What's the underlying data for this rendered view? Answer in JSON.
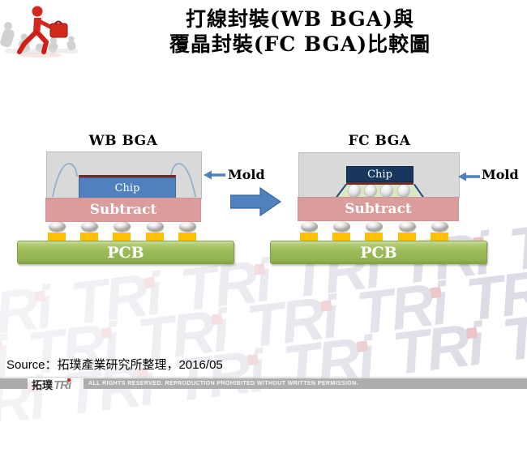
{
  "title": {
    "line1": "打線封裝(WB BGA)與",
    "line2": "覆晶封裝(FC BGA)比較圖"
  },
  "diagrams": {
    "wb": {
      "label": "WB BGA",
      "chip": "Chip",
      "substrate": "Subtract",
      "pcb": "PCB",
      "mold": "Mold"
    },
    "fc": {
      "label": "FC BGA",
      "chip": "Chip",
      "substrate": "Subtract",
      "pcb": "PCB",
      "mold": "Mold"
    }
  },
  "watermark": {
    "text": "TRi"
  },
  "source": {
    "text": "Source：拓璞產業研究所整理，2016/05"
  },
  "footer": {
    "brand_cn": "拓璞",
    "brand_en": "TRi",
    "rights": "ALL RIGHTS RESERVED. REPRODUCTION PROHIBITED WITHOUT WRITTEN PERMISSION."
  },
  "colors": {
    "mold_gray": "#D9D9D9",
    "wb_chip_blue": "#4F81BD",
    "fc_chip_navy": "#17375E",
    "die_attach_red": "#6E2D2A",
    "substrate_pink": "#DB9C9C",
    "pcb_green": "#9BBB59",
    "pad_yellow": "#FEC000",
    "arrow_blue": "#4F81BD",
    "wire_blue": "#8FADD1",
    "underfill_green": "#DBE6C4",
    "watermark_gray": "#DCDCE6",
    "brand_red": "#D93025"
  }
}
